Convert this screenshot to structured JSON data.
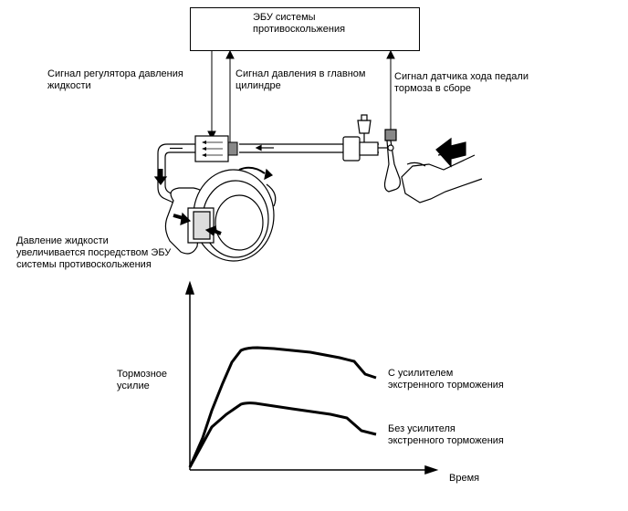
{
  "ecu": {
    "line1": "ЭБУ системы",
    "line2": "противоскольжения"
  },
  "labels": {
    "regulator_signal": [
      "Сигнал регулятора давления",
      "жидкости"
    ],
    "master_cylinder_signal": [
      "Сигнал давления в главном",
      "цилиндре"
    ],
    "pedal_sensor_signal": [
      "Сигнал датчика хода педали",
      "тормоза в сборе"
    ],
    "fluid_pressure": [
      "Давление жидкости",
      "увеличивается посредством ЭБУ",
      "системы противоскольжения"
    ]
  },
  "chart": {
    "ylabel": [
      "Тормозное",
      "усилие"
    ],
    "xlabel": "Время",
    "series_with": [
      "С усилителем",
      "экстренного торможения"
    ],
    "series_without": [
      "Без усилителя",
      "экстренного торможения"
    ]
  }
}
